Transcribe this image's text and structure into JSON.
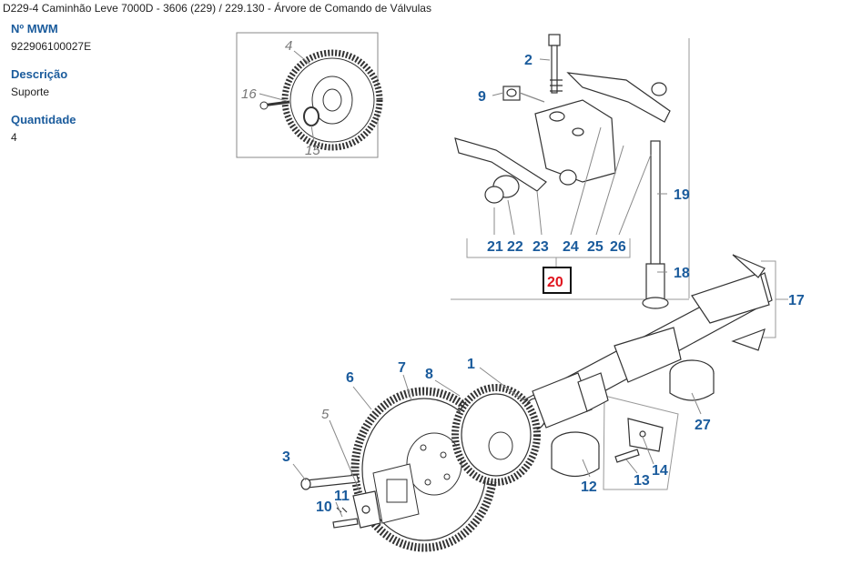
{
  "breadcrumb": "D229-4 Caminhão Leve 7000D - 3606 (229)  /  229.130 - Árvore de Comando de Válvulas",
  "info": {
    "mwm_label": "Nº MWM",
    "mwm_value": "922906100027E",
    "desc_label": "Descrição",
    "desc_value": "Suporte",
    "qty_label": "Quantidade",
    "qty_value": "4"
  },
  "callouts": {
    "c1": "1",
    "c2": "2",
    "c3": "3",
    "c4": "4",
    "c5": "5",
    "c6": "6",
    "c7": "7",
    "c8": "8",
    "c9": "9",
    "c10": "10",
    "c11": "11",
    "c12": "12",
    "c13": "13",
    "c14": "14",
    "c15": "15",
    "c16": "16",
    "c17": "17",
    "c18": "18",
    "c19": "19",
    "c20": "20",
    "c21": "21",
    "c22": "22",
    "c23": "23",
    "c24": "24",
    "c25": "25",
    "c26": "26",
    "c27": "27"
  },
  "colors": {
    "label_blue": "#1a5b9c",
    "highlight_red": "#e0141e",
    "line_gray": "#888888"
  }
}
